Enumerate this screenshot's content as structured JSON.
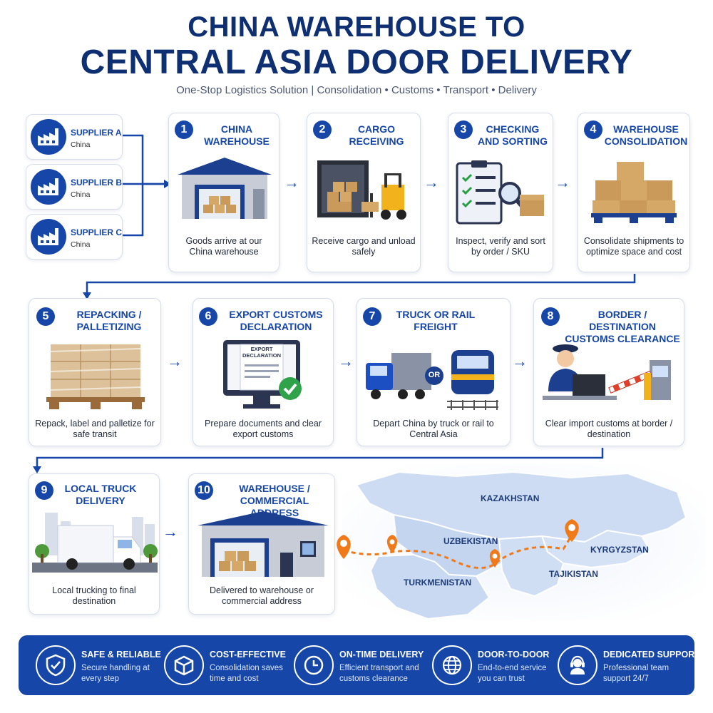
{
  "header": {
    "title_line1": "CHINA WAREHOUSE TO",
    "title_line2": "CENTRAL ASIA DOOR DELIVERY",
    "subtitle": "One-Stop Logistics Solution  |  Consolidation  •  Customs  •  Transport  •  Delivery"
  },
  "suppliers": [
    {
      "name": "SUPPLIER A",
      "location": "China"
    },
    {
      "name": "SUPPLIER B",
      "location": "China"
    },
    {
      "name": "SUPPLIER C",
      "location": "China"
    }
  ],
  "steps": [
    {
      "num": "1",
      "title": "CHINA WAREHOUSE",
      "desc": "Goods arrive at our China warehouse"
    },
    {
      "num": "2",
      "title": "CARGO RECEIVING",
      "desc": "Receive cargo and unload safely"
    },
    {
      "num": "3",
      "title": "CHECKING AND SORTING",
      "desc": "Inspect, verify and sort by order / SKU"
    },
    {
      "num": "4",
      "title": "WAREHOUSE CONSOLIDATION",
      "desc": "Consolidate shipments to optimize space and cost"
    },
    {
      "num": "5",
      "title": "REPACKING / PALLETIZING",
      "desc": "Repack, label and palletize for safe transit"
    },
    {
      "num": "6",
      "title": "EXPORT CUSTOMS DECLARATION",
      "desc": "Prepare documents and clear export customs"
    },
    {
      "num": "7",
      "title": "TRUCK OR RAIL FREIGHT",
      "desc": "Depart China by truck or rail to Central Asia"
    },
    {
      "num": "8",
      "title": "BORDER / DESTINATION CUSTOMS CLEARANCE",
      "desc": "Clear import customs at border / destination"
    },
    {
      "num": "9",
      "title": "LOCAL TRUCK DELIVERY",
      "desc": "Local trucking to final destination"
    },
    {
      "num": "10",
      "title": "WAREHOUSE / COMMERCIAL ADDRESS",
      "desc": "Delivered to warehouse or commercial address"
    }
  ],
  "illustration_text": {
    "export_doc": "EXPORT DECLARATION",
    "or": "OR"
  },
  "map": {
    "countries": [
      "KAZAKHSTAN",
      "UZBEKISTAN",
      "KYRGYZSTAN",
      "TURKMENISTAN",
      "TAJIKISTAN"
    ]
  },
  "features": [
    {
      "title": "SAFE & RELIABLE",
      "desc": "Secure handling at every step",
      "icon": "shield-check-icon"
    },
    {
      "title": "COST-EFFECTIVE",
      "desc": "Consolidation saves time and cost",
      "icon": "box-icon"
    },
    {
      "title": "ON-TIME DELIVERY",
      "desc": "Efficient transport and customs clearance",
      "icon": "clock-icon"
    },
    {
      "title": "DOOR-TO-DOOR",
      "desc": "End-to-end service you can trust",
      "icon": "globe-icon"
    },
    {
      "title": "DEDICATED SUPPORT",
      "desc": "Professional team support 24/7",
      "icon": "headset-icon"
    }
  ],
  "colors": {
    "primary": "#1546a8",
    "title": "#0f2f73",
    "route": "#f07a1a",
    "map_fill": "#cddcf2"
  }
}
